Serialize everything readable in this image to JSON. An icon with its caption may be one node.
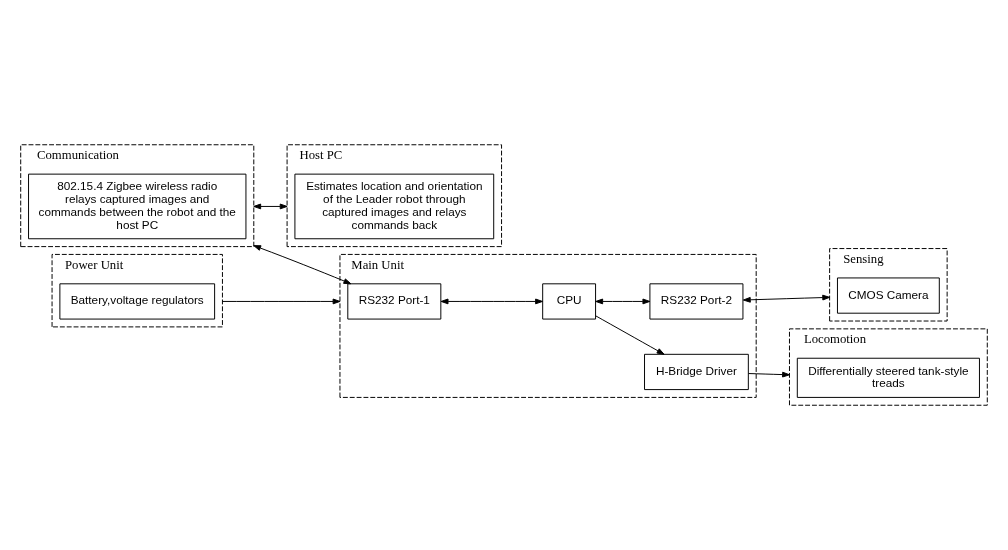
{
  "diagram": {
    "nodes": [
      {
        "text": [
          "Communication"
        ]
      },
      {
        "text": [
          "802.15.4 Zigbee wireless radio relays captured images and commands between the robot and the host PC"
        ],
        "in": 0
      },
      {
        "text": [
          "Host PC"
        ]
      },
      {
        "text": [
          "Estimates location and orientation of the Leader robot through captured images and relays commands back"
        ],
        "in": 2
      },
      {
        "text": [
          "Main Unit"
        ]
      },
      {
        "text": [
          "RS232 Port-1"
        ],
        "in": 4
      },
      {
        "text": [
          "CPU"
        ],
        "in": 4
      },
      {
        "text": [
          "RS232 Port-2"
        ],
        "in": 4
      },
      {
        "text": [
          "H-Bridge Driver"
        ],
        "in": 4
      },
      {
        "text": [
          "Power Unit"
        ]
      },
      {
        "text": [
          "Battery,voltage regulators"
        ],
        "in": 9
      },
      {
        "text": [
          "Locomotion"
        ]
      },
      {
        "text": [
          "Differentially steered tank-style treads"
        ],
        "in": 11
      },
      {
        "text": [
          "Sensing"
        ]
      },
      {
        "text": [
          "CMOS Camera"
        ],
        "in": 13
      }
    ],
    "edges": [
      {
        "from": 0,
        "to": 5,
        "arrow": "both"
      },
      {
        "from": 5,
        "to": 6,
        "arrow": "both"
      },
      {
        "from": 0,
        "to": 2,
        "arrow": "both"
      },
      {
        "from": 6,
        "to": 7,
        "arrow": "both"
      },
      {
        "from": 6,
        "to": 8,
        "arrow": "to"
      },
      {
        "from": 9,
        "to": 4,
        "arrow": "to"
      },
      {
        "from": 8,
        "to": 11,
        "arrow": "to"
      },
      {
        "from": 7,
        "to": 13,
        "arrow": "both"
      }
    ]
  }
}
